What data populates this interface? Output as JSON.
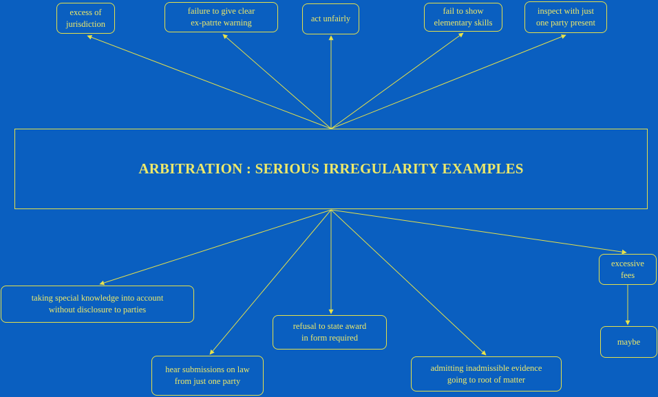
{
  "title": "ARBITRATION : SERIOUS IRREGULARITY EXAMPLES",
  "colors": {
    "background": "#0a5fc0",
    "line": "#e8e24a",
    "text": "#ece86a"
  },
  "nodes": {
    "excess_jurisdiction": "excess of\njurisdiction",
    "failure_warning": "failure to give clear\nex-patrte warning",
    "act_unfairly": "act unfairly",
    "fail_skills": "fail to show\nelementary skills",
    "inspect_one_party": "inspect with just\none party present",
    "special_knowledge": "taking special knowledge into account\nwithout disclosure to parties",
    "hear_submissions": "hear submissions on law\nfrom just one party",
    "refusal_award": "refusal to state award\nin form required",
    "inadmissible_evidence": "admitting inadmissible evidence\ngoing to root of matter",
    "excessive_fees": "excessive\nfees",
    "maybe": "maybe"
  }
}
